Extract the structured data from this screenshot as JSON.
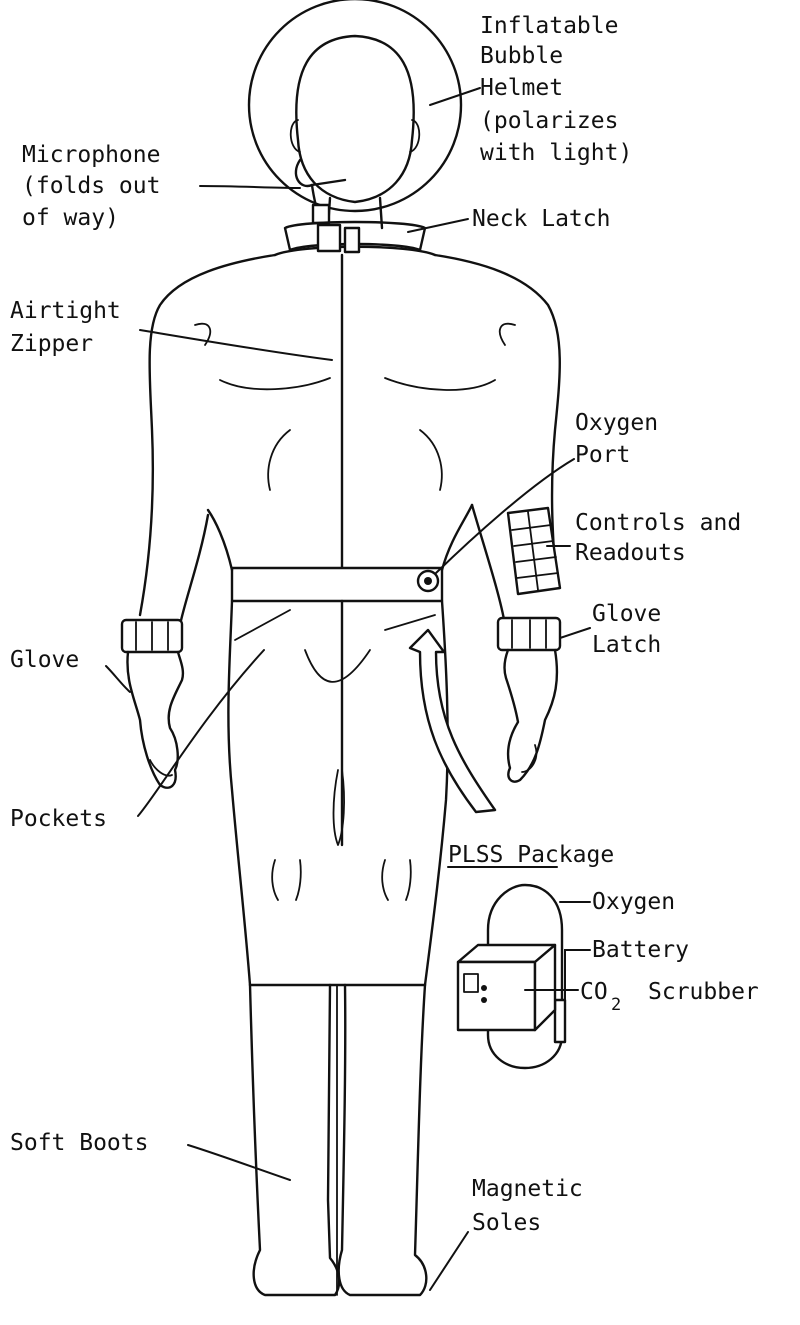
{
  "labels": {
    "helmet": [
      "Inflatable",
      "Bubble",
      "Helmet",
      "(polarizes",
      "with light)"
    ],
    "microphone": [
      "Microphone",
      "(folds out",
      "of way)"
    ],
    "neck_latch": "Neck Latch",
    "zipper": [
      "Airtight",
      "Zipper"
    ],
    "oxygen_port": [
      "Oxygen",
      "Port"
    ],
    "controls": [
      "Controls and",
      "Readouts"
    ],
    "glove_latch": [
      "Glove",
      "Latch"
    ],
    "glove": "Glove",
    "pockets": "Pockets",
    "plss_title": "PLSS Package",
    "plss_oxygen": "Oxygen",
    "plss_battery": "Battery",
    "plss_scrubber": "Scrubber",
    "plss_co": "CO",
    "plss_sub": "2",
    "soft_boots": "Soft Boots",
    "magnetic_soles": [
      "Magnetic",
      "Soles"
    ]
  },
  "icons": [
    "spacesuit-figure-icon",
    "plss-package-icon",
    "curved-arrow-icon"
  ]
}
